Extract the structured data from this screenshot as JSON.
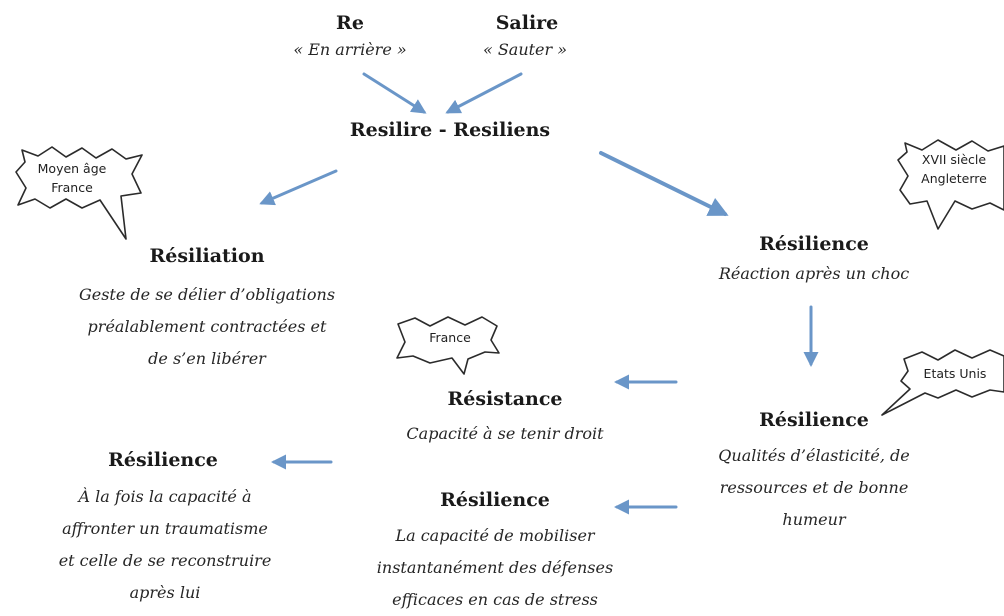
{
  "etymology": {
    "re": {
      "word": "Re",
      "meaning": "« En arrière »"
    },
    "salire": {
      "word": "Salire",
      "meaning": "« Sauter »"
    },
    "root": "Resilire - Resiliens"
  },
  "nodes": {
    "resiliation": {
      "term": "Résiliation",
      "def": [
        "Geste de se délier d’obligations",
        "préalablement contractées et",
        "de s’en libérer"
      ]
    },
    "resilience_choc": {
      "term": "Résilience",
      "def": [
        "Réaction après un choc"
      ]
    },
    "resilience_qualites": {
      "term": "Résilience",
      "def": [
        "Qualités d’élasticité, de",
        "ressources et de bonne",
        "humeur"
      ]
    },
    "resistance": {
      "term": "Résistance",
      "def": [
        "Capacité à se tenir droit"
      ]
    },
    "resilience_mobiliser": {
      "term": "Résilience",
      "def": [
        "La capacité de mobiliser",
        "instantanément des défenses",
        "efficaces en cas de stress"
      ]
    },
    "resilience_traumatisme": {
      "term": "Résilience",
      "def": [
        "À la fois la capacité à",
        "affronter un traumatisme",
        "et celle de se reconstruire",
        "après lui"
      ]
    }
  },
  "callouts": {
    "moyen_age": [
      "Moyen âge",
      "France"
    ],
    "xvii": [
      "XVII siècle",
      "Angleterre"
    ],
    "france": [
      "France"
    ],
    "etats_unis": [
      "Etats Unis"
    ]
  },
  "colors": {
    "arrow": "#6a96c8",
    "cloud_stroke": "#2b2b2b",
    "text": "#1a1a1a"
  }
}
